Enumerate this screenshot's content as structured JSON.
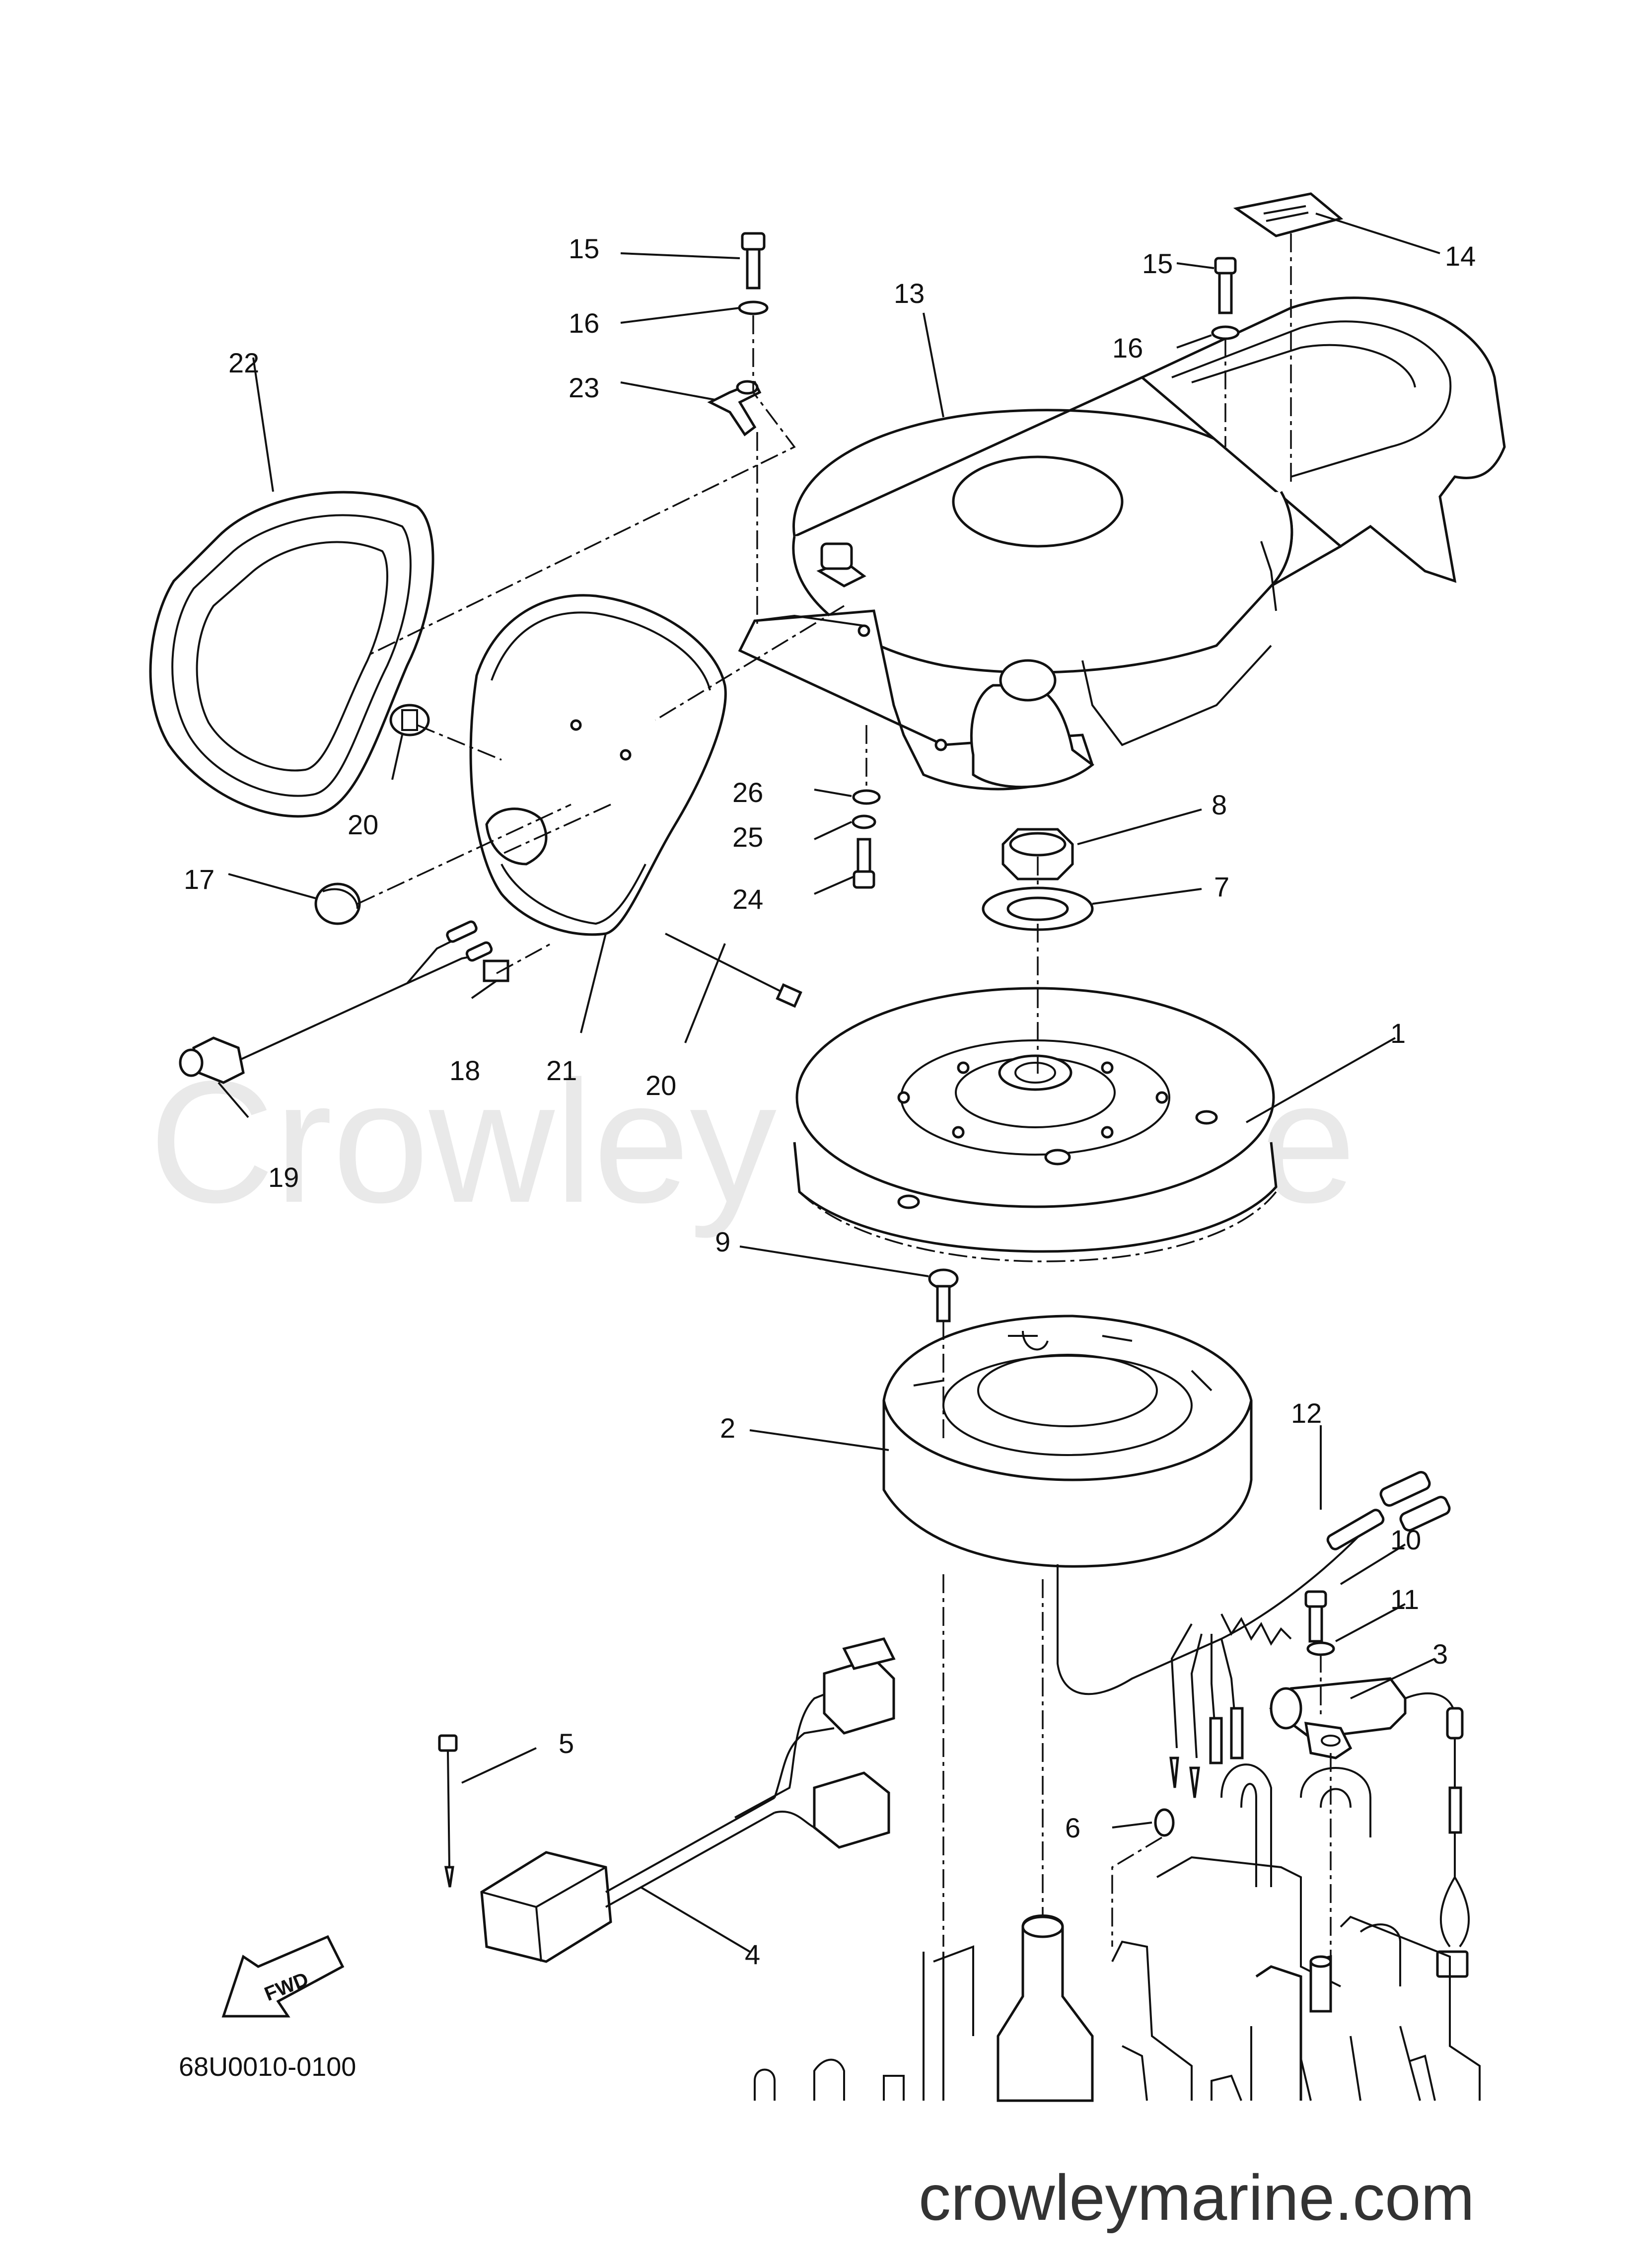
{
  "diagram": {
    "drawing_code": "68U0010-0100",
    "direction_tag": "FWD",
    "watermark": "Crowley Marine",
    "site_url": "crowleymarine.com",
    "callouts": [
      {
        "id": "c1",
        "label": "1"
      },
      {
        "id": "c2",
        "label": "2"
      },
      {
        "id": "c3",
        "label": "3"
      },
      {
        "id": "c4",
        "label": "4"
      },
      {
        "id": "c5",
        "label": "5"
      },
      {
        "id": "c6",
        "label": "6"
      },
      {
        "id": "c7",
        "label": "7"
      },
      {
        "id": "c8",
        "label": "8"
      },
      {
        "id": "c9",
        "label": "9"
      },
      {
        "id": "c10",
        "label": "10"
      },
      {
        "id": "c11",
        "label": "11"
      },
      {
        "id": "c12",
        "label": "12"
      },
      {
        "id": "c13",
        "label": "13"
      },
      {
        "id": "c14",
        "label": "14"
      },
      {
        "id": "c15a",
        "label": "15"
      },
      {
        "id": "c15b",
        "label": "15"
      },
      {
        "id": "c16a",
        "label": "16"
      },
      {
        "id": "c16b",
        "label": "16"
      },
      {
        "id": "c17",
        "label": "17"
      },
      {
        "id": "c18",
        "label": "18"
      },
      {
        "id": "c19",
        "label": "19"
      },
      {
        "id": "c20a",
        "label": "20"
      },
      {
        "id": "c20b",
        "label": "20"
      },
      {
        "id": "c21",
        "label": "21"
      },
      {
        "id": "c22",
        "label": "22"
      },
      {
        "id": "c23",
        "label": "23"
      },
      {
        "id": "c24",
        "label": "24"
      },
      {
        "id": "c25",
        "label": "25"
      },
      {
        "id": "c26",
        "label": "26"
      }
    ]
  }
}
